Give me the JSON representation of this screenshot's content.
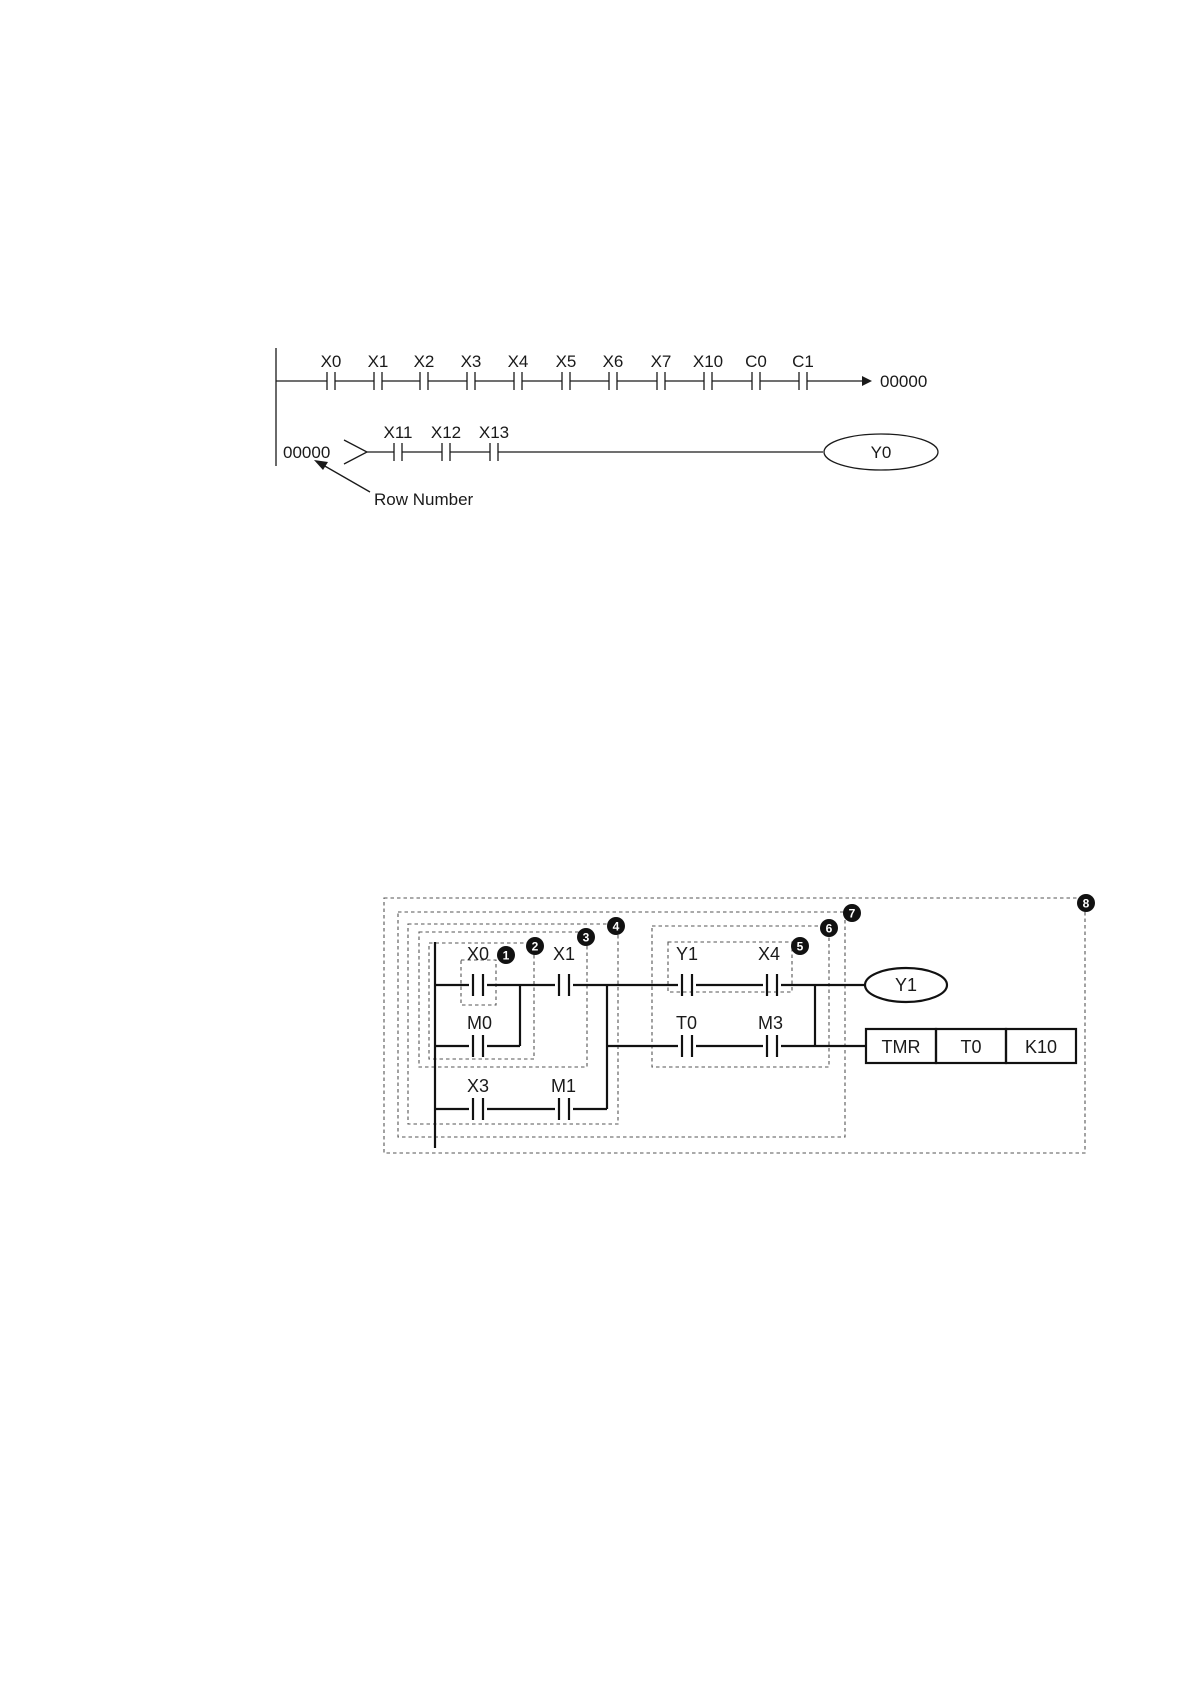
{
  "diagram1": {
    "row1_contacts": [
      "X0",
      "X1",
      "X2",
      "X3",
      "X4",
      "X5",
      "X6",
      "X7",
      "X10",
      "C0",
      "C1"
    ],
    "row_continue_ref": "00000",
    "row2_ref": "00000",
    "row2_contacts": [
      "X11",
      "X12",
      "X13"
    ],
    "coil": "Y0",
    "annotation": "Row Number"
  },
  "diagram2": {
    "contacts": {
      "x0": "X0",
      "m0": "M0",
      "x1": "X1",
      "x3": "X3",
      "m1": "M1",
      "y1": "Y1",
      "x4": "X4",
      "t0": "T0",
      "m3": "M3"
    },
    "coil": "Y1",
    "timer_block": [
      "TMR",
      "T0",
      "K10"
    ],
    "markers": [
      "1",
      "2",
      "3",
      "4",
      "5",
      "6",
      "7",
      "8"
    ]
  }
}
